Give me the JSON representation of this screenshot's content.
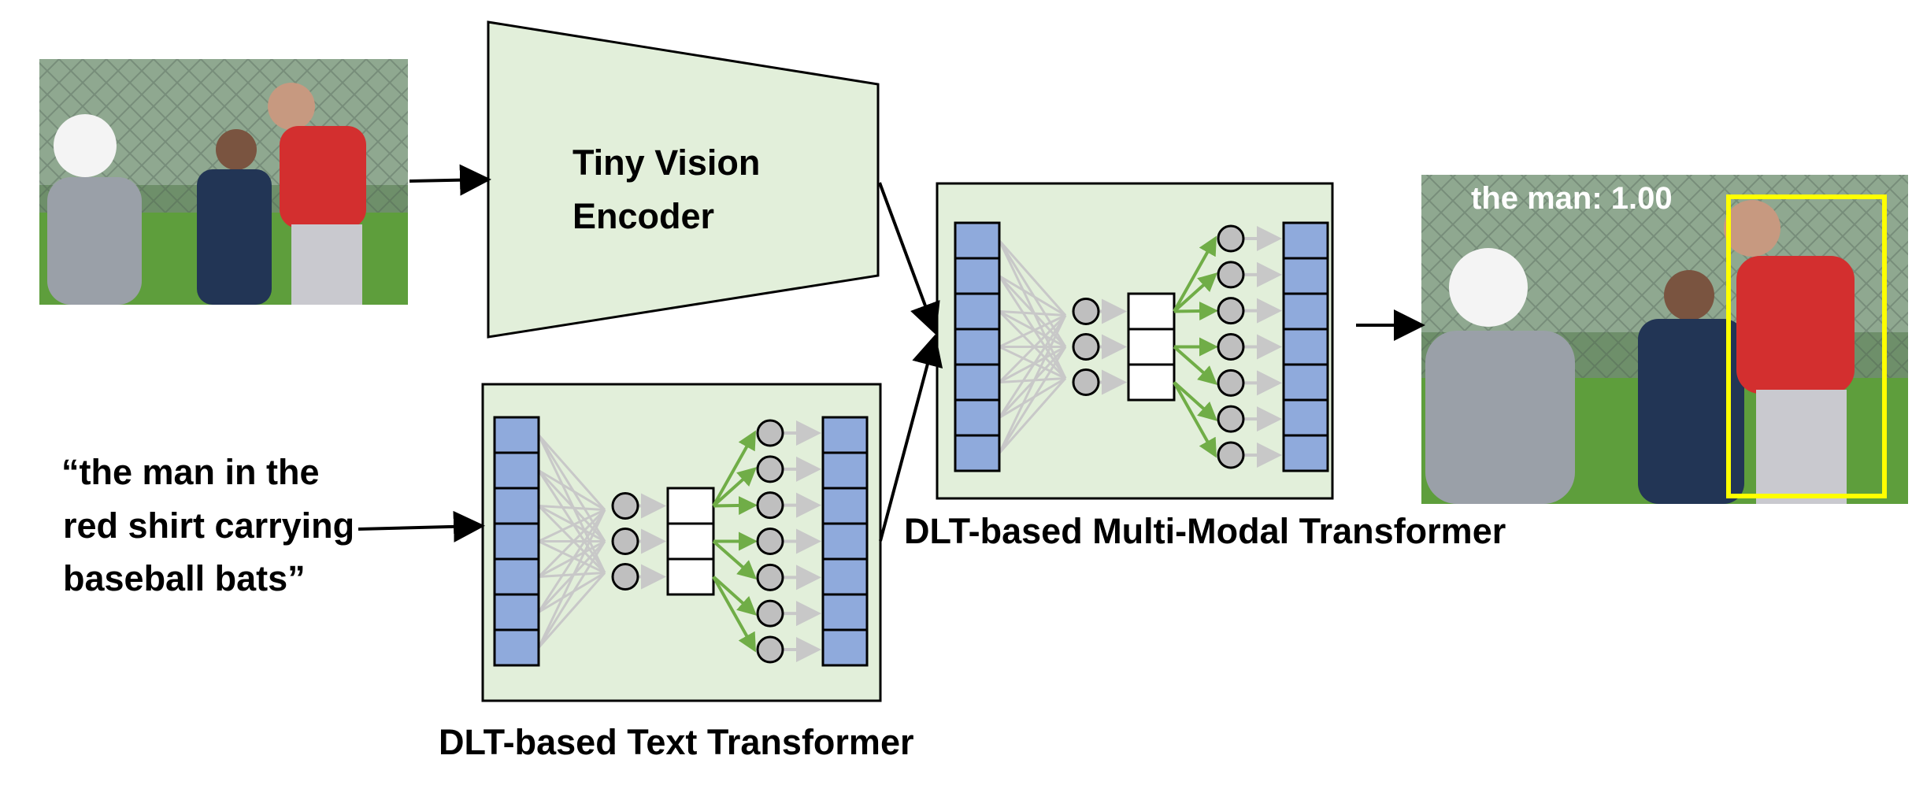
{
  "encoder": {
    "line1": "Tiny Vision",
    "line2": "Encoder"
  },
  "text_transformer": {
    "label": "DLT-based Text Transformer"
  },
  "multimodal_transformer": {
    "label": "DLT-based Multi-Modal Transformer"
  },
  "query": {
    "line1": "“the man in the",
    "line2": "red shirt carrying",
    "line3": "baseball bats”"
  },
  "output": {
    "detection_label": "the man: 1.00"
  },
  "colors": {
    "module_fill": "#e2efda",
    "token_fill": "#8faadc",
    "node_fill": "#bfbfbf",
    "edge_gray": "#c8c8c8",
    "edge_green": "#70ad47",
    "bbox": "#ffff00"
  }
}
